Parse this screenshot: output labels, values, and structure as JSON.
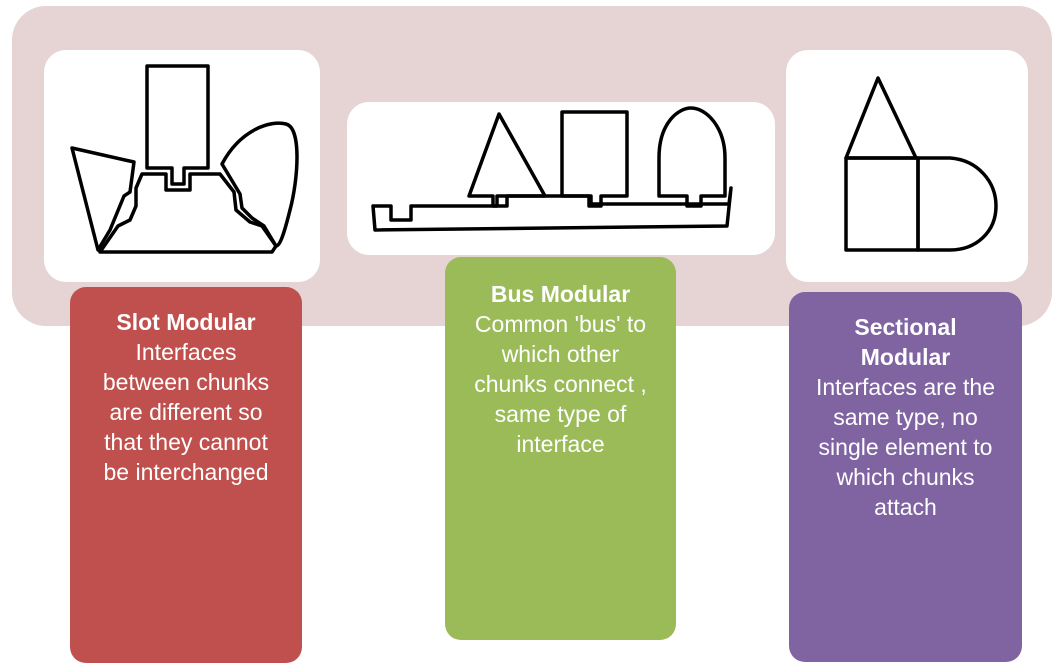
{
  "slot": {
    "title": "Slot Modular",
    "body": "Interfaces between chunks are different so that they cannot be interchanged",
    "color": "#c0504d"
  },
  "bus": {
    "title": "Bus Modular",
    "body": "Common 'bus' to which other chunks connect , same type of interface",
    "color": "#9bbb59"
  },
  "sectional": {
    "title": "Sectional Modular",
    "body": "Interfaces are the same type, no single element to which chunks attach",
    "color": "#8064a2"
  },
  "colors": {
    "band": "#e6d3d3",
    "panel": "#ffffff"
  }
}
